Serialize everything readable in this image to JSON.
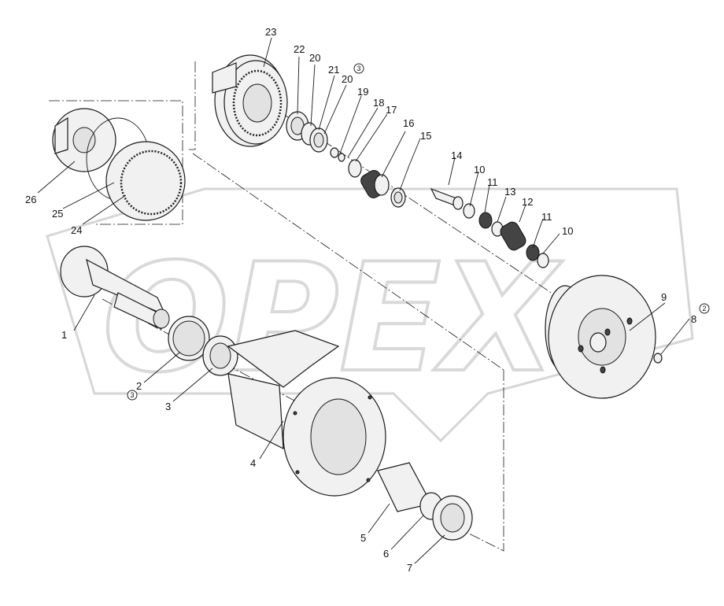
{
  "watermark": "OPEX",
  "callouts": [
    {
      "id": "1",
      "text": "1"
    },
    {
      "id": "2",
      "text": "2"
    },
    {
      "id": "3",
      "text": "3"
    },
    {
      "id": "4",
      "text": "4"
    },
    {
      "id": "5",
      "text": "5"
    },
    {
      "id": "6",
      "text": "6"
    },
    {
      "id": "7",
      "text": "7"
    },
    {
      "id": "8",
      "text": "8"
    },
    {
      "id": "9",
      "text": "9"
    },
    {
      "id": "10a",
      "text": "10"
    },
    {
      "id": "10b",
      "text": "10"
    },
    {
      "id": "11a",
      "text": "11"
    },
    {
      "id": "11b",
      "text": "11"
    },
    {
      "id": "12",
      "text": "12"
    },
    {
      "id": "13",
      "text": "13"
    },
    {
      "id": "14",
      "text": "14"
    },
    {
      "id": "15",
      "text": "15"
    },
    {
      "id": "16",
      "text": "16"
    },
    {
      "id": "17",
      "text": "17"
    },
    {
      "id": "18",
      "text": "18"
    },
    {
      "id": "19",
      "text": "19"
    },
    {
      "id": "20a",
      "text": "20"
    },
    {
      "id": "20b",
      "text": "20"
    },
    {
      "id": "21",
      "text": "21"
    },
    {
      "id": "22",
      "text": "22"
    },
    {
      "id": "23",
      "text": "23"
    },
    {
      "id": "24",
      "text": "24"
    },
    {
      "id": "25",
      "text": "25"
    },
    {
      "id": "26",
      "text": "26"
    }
  ],
  "circled_marks": [
    "3",
    "3",
    "2"
  ]
}
